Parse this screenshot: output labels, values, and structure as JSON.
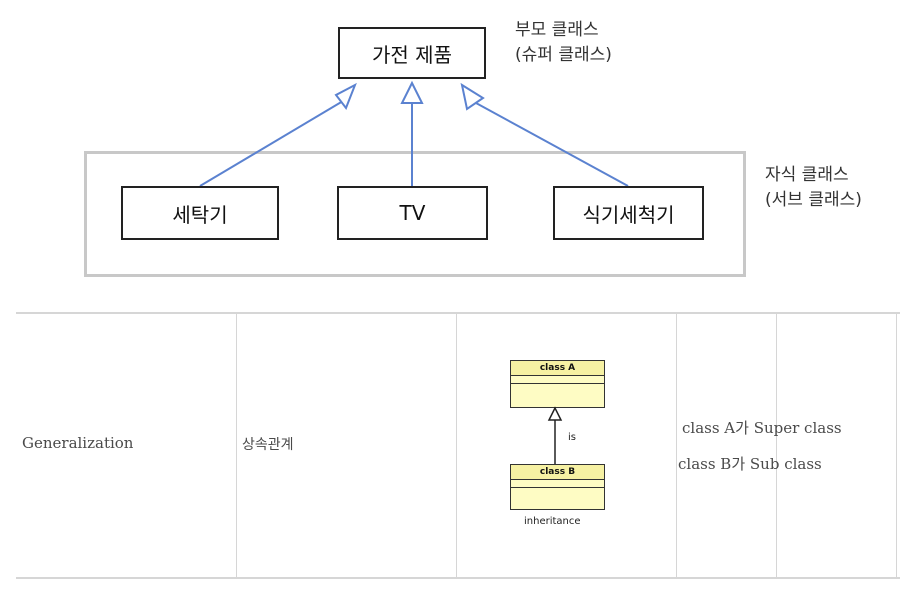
{
  "diagram": {
    "parent_node": "가전 제품",
    "parent_label_line1": "부모 클래스",
    "parent_label_line2": "(슈퍼 클래스)",
    "children": [
      "세탁기",
      "TV",
      "식기세척기"
    ],
    "child_label_line1": "자식 클래스",
    "child_label_line2": "(서브 클래스)",
    "arrow_color": "#5b82d0"
  },
  "table": {
    "row": {
      "col1": "Generalization",
      "col2": "상속관계",
      "col4_line1": "class A가 Super class",
      "col4_line2": "class B가 Sub class"
    },
    "uml": {
      "class_a": "class A",
      "class_b": "class B",
      "relation_label": "is",
      "caption": "inheritance"
    }
  }
}
